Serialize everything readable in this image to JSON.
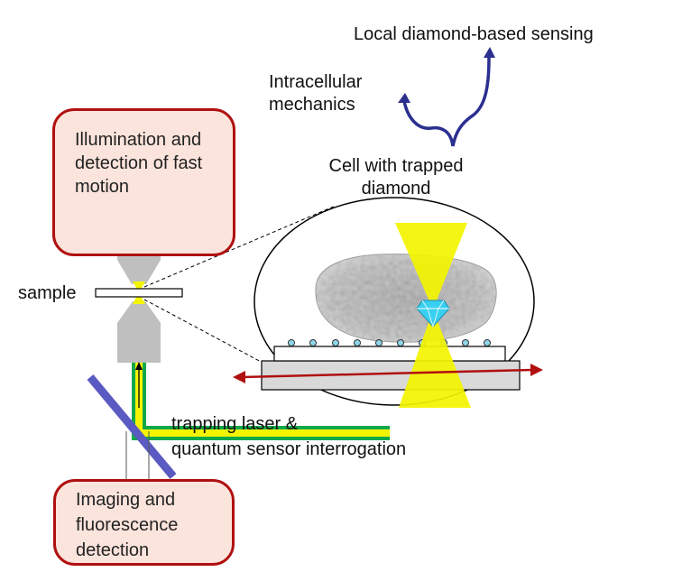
{
  "labels": {
    "local_sensing": "Local diamond-based sensing",
    "intracellular": "Intracellular\nmechanics",
    "cell_trapped": "Cell with trapped\ndiamond",
    "sample": "sample",
    "trapping_line1": "trapping laser &",
    "trapping_line2": "quantum sensor interrogation"
  },
  "boxes": {
    "illumination": "Illumination and\ndetection of fast\nmotion",
    "imaging": "Imaging and\nfluorescence\ndetection"
  },
  "colors": {
    "box_border": "#b01010",
    "box_fill": "#fbe4dc",
    "beam_green": "#11a84a",
    "beam_yellow": "#f4f400",
    "arrow_blue": "#2b2f8f",
    "arrow_red": "#b01010",
    "mirror": "#6a6ad8",
    "diamond": "#38d0f0",
    "objective_gray": "#c8c8c8"
  }
}
